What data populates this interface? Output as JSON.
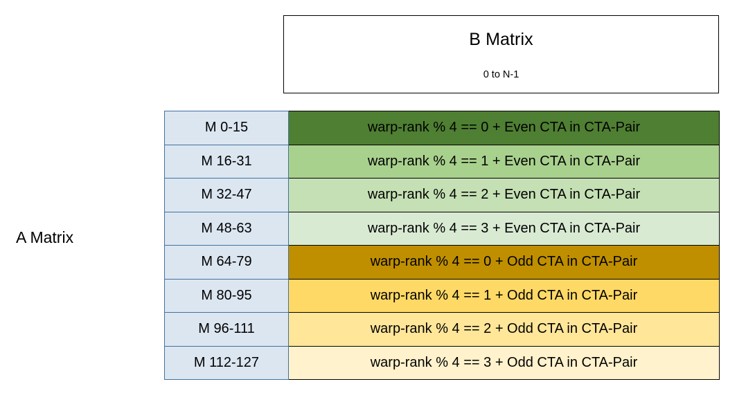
{
  "b_matrix": {
    "title": "B Matrix",
    "range": "0 to N-1"
  },
  "a_matrix": {
    "label": "A Matrix"
  },
  "colors": {
    "m_label_fill": "#DCE6F1",
    "m_label_border": "#41719C",
    "cell_border": "#000000",
    "row_fills": [
      "#4F7F32",
      "#A9D18E",
      "#C5E0B4",
      "#D9EAD3",
      "#BF8F00",
      "#FFD966",
      "#FFE699",
      "#FFF2CC"
    ]
  },
  "rows": [
    {
      "m_label": "M 0-15",
      "description": "warp-rank % 4 == 0  + Even CTA in CTA-Pair",
      "fill": "#4F7F32"
    },
    {
      "m_label": "M 16-31",
      "description": "warp-rank % 4 == 1  + Even CTA in CTA-Pair",
      "fill": "#A9D18E"
    },
    {
      "m_label": "M 32-47",
      "description": "warp-rank % 4 == 2  + Even CTA in CTA-Pair",
      "fill": "#C5E0B4"
    },
    {
      "m_label": "M 48-63",
      "description": "warp-rank % 4 == 3  + Even CTA in CTA-Pair",
      "fill": "#D9EAD3"
    },
    {
      "m_label": "M 64-79",
      "description": "warp-rank % 4 == 0  + Odd CTA in CTA-Pair",
      "fill": "#BF8F00"
    },
    {
      "m_label": "M 80-95",
      "description": "warp-rank % 4 == 1  + Odd CTA in CTA-Pair",
      "fill": "#FFD966"
    },
    {
      "m_label": "M 96-111",
      "description": "warp-rank % 4 == 2  + Odd CTA in CTA-Pair",
      "fill": "#FFE699"
    },
    {
      "m_label": "M 112-127",
      "description": "warp-rank % 4 == 3  + Odd CTA in CTA-Pair",
      "fill": "#FFF2CC"
    }
  ]
}
